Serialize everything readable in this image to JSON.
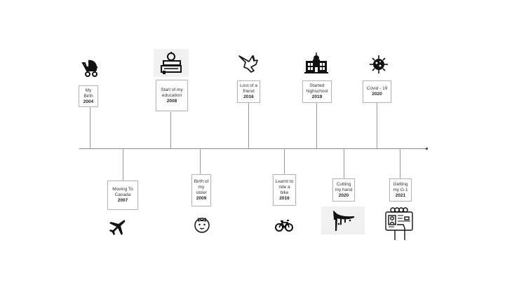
{
  "timeline": {
    "above": [
      {
        "id": "birth",
        "label": "My Birth",
        "year": "2004",
        "icon": "baby-stroller-icon"
      },
      {
        "id": "education",
        "label": "Start of my education",
        "year": "2008",
        "icon": "books-apple-icon"
      },
      {
        "id": "friend",
        "label": "Lost of a friend",
        "year": "2016",
        "icon": "dove-icon"
      },
      {
        "id": "highschool",
        "label": "Started highschool",
        "year": "2019",
        "icon": "school-building-icon"
      },
      {
        "id": "covid",
        "label": "Covid - 19",
        "year": "2020",
        "icon": "virus-icon"
      }
    ],
    "below": [
      {
        "id": "canada",
        "label": "Moving To Canada",
        "year": "2007",
        "icon": "airplane-icon"
      },
      {
        "id": "sister",
        "label": "Birth of my sister",
        "year": "2009",
        "icon": "baby-face-icon"
      },
      {
        "id": "bike",
        "label": "Learnt to ride a bike",
        "year": "2016",
        "icon": "bicycle-icon"
      },
      {
        "id": "hand",
        "label": "Cutting my hand",
        "year": "2020",
        "icon": "blood-drip-icon"
      },
      {
        "id": "g1",
        "label": "Getting my G-1",
        "year": "2021",
        "icon": "license-card-icon"
      }
    ]
  },
  "colors": {
    "line": "#8c8c8c",
    "box_border": "#b5b5b5",
    "icon": "#111111",
    "text": "#333333"
  }
}
